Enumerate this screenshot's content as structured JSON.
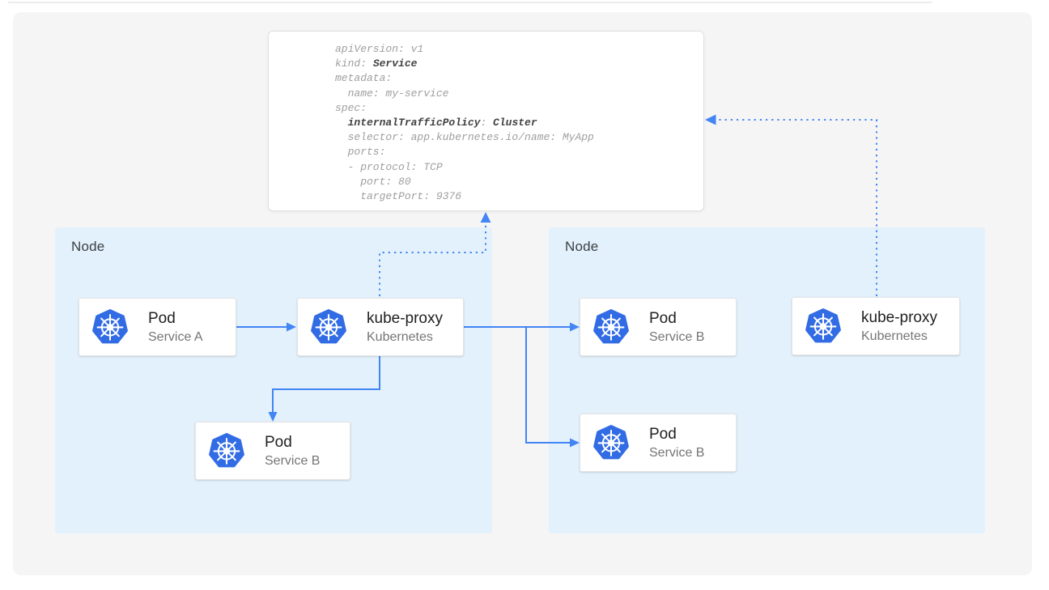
{
  "left_node": {
    "label": "Node",
    "cards": {
      "pod_a": {
        "title": "Pod",
        "subtitle": "Service A"
      },
      "kube_proxy": {
        "title": "kube-proxy",
        "subtitle": "Kubernetes"
      },
      "pod_b": {
        "title": "Pod",
        "subtitle": "Service B"
      }
    }
  },
  "right_node": {
    "label": "Node",
    "cards": {
      "pod_b_top": {
        "title": "Pod",
        "subtitle": "Service B"
      },
      "kube_proxy": {
        "title": "kube-proxy",
        "subtitle": "Kubernetes"
      },
      "pod_b_bottom": {
        "title": "Pod",
        "subtitle": "Service B"
      }
    }
  },
  "service_yaml": {
    "lines": [
      [
        {
          "t": "apiVersion: v1",
          "b": false
        }
      ],
      [
        {
          "t": "kind: ",
          "b": false
        },
        {
          "t": "Service",
          "b": true
        }
      ],
      [
        {
          "t": "metadata:",
          "b": false
        }
      ],
      [
        {
          "t": "  name: my-service",
          "b": false
        }
      ],
      [
        {
          "t": "spec:",
          "b": false
        }
      ],
      [
        {
          "t": "  ",
          "b": false
        },
        {
          "t": "internalTrafficPolicy",
          "b": true
        },
        {
          "t": ": ",
          "b": false
        },
        {
          "t": "Cluster",
          "b": true
        }
      ],
      [
        {
          "t": "  selector: app.kubernetes.io/name: MyApp",
          "b": false
        }
      ],
      [
        {
          "t": "  ports:",
          "b": false
        }
      ],
      [
        {
          "t": "  - protocol: TCP",
          "b": false
        }
      ],
      [
        {
          "t": "    port: 80",
          "b": false
        }
      ],
      [
        {
          "t": "    targetPort: 9376",
          "b": false
        }
      ]
    ]
  },
  "icons": {
    "kubernetes": "kubernetes-helm-icon"
  },
  "colors": {
    "line_blue": "#4285f4",
    "kubernetes_blue": "#326ce5",
    "node_bg": "#e3f1fc",
    "panel_bg": "#f5f5f6",
    "code_regular": "#9e9e9e",
    "code_bold": "#424242"
  }
}
